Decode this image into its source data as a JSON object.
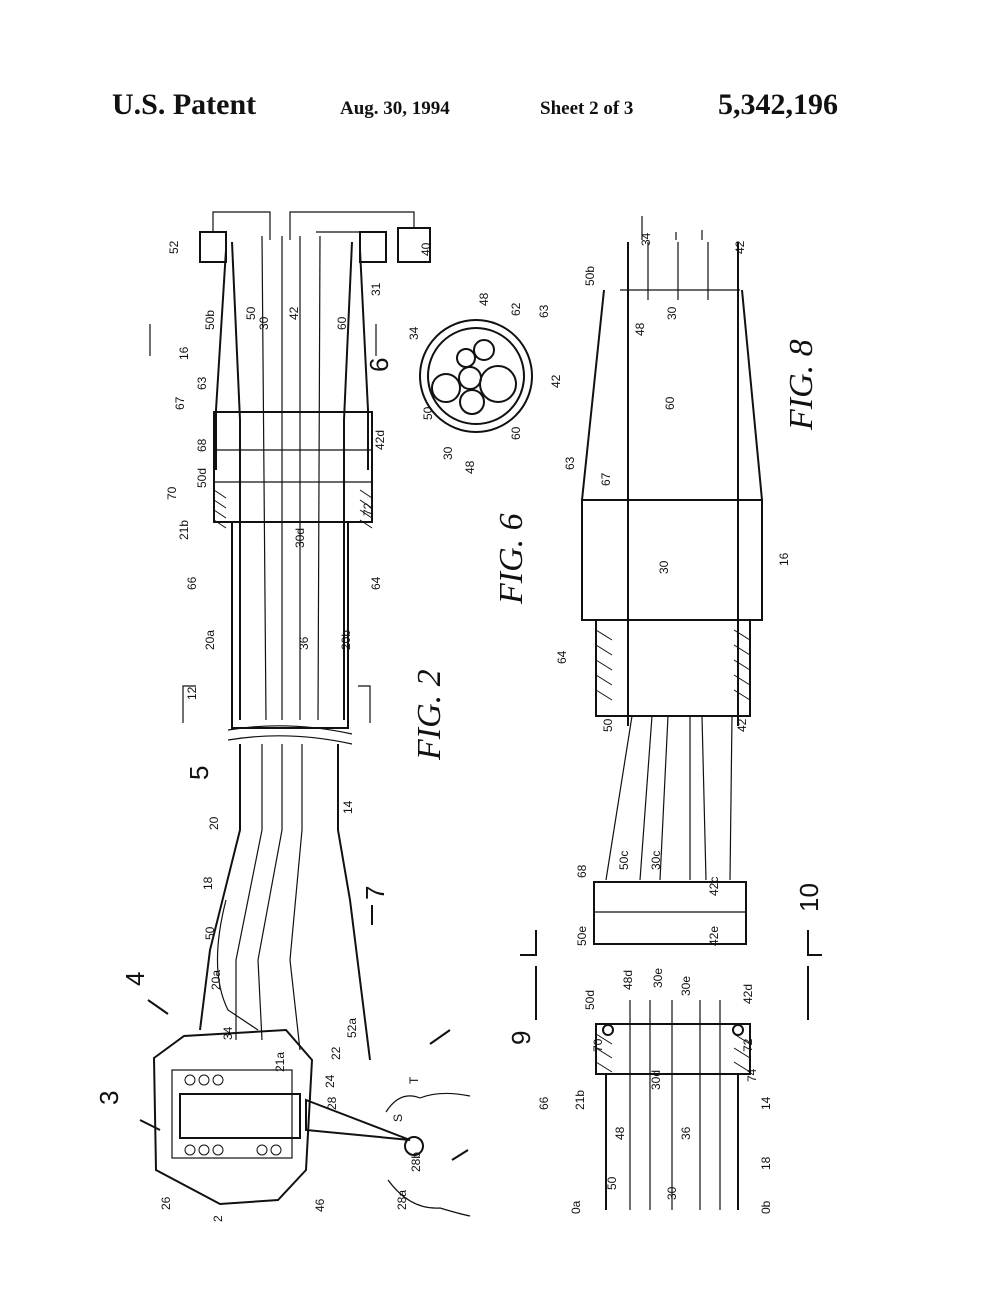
{
  "header": {
    "title": "U.S. Patent",
    "date": "Aug. 30, 1994",
    "sheet": "Sheet 2 of 3",
    "number": "5,342,196"
  },
  "figures": {
    "fig2": {
      "title": "FIG. 2",
      "labels": [
        "52",
        "50b",
        "50",
        "16",
        "67",
        "63",
        "68",
        "50d",
        "70",
        "21b",
        "66",
        "20a",
        "12",
        "5",
        "20",
        "18",
        "50",
        "4",
        "20a",
        "34",
        "3",
        "26",
        "2",
        "30",
        "42",
        "40",
        "31",
        "60",
        "6",
        "42d",
        "72",
        "30d",
        "64",
        "36",
        "20b",
        "14",
        "7",
        "52a",
        "22",
        "24",
        "21a",
        "28",
        "28b",
        "S",
        "T",
        "28a",
        "46"
      ]
    },
    "fig6": {
      "title": "FIG. 6",
      "labels": [
        "50",
        "34",
        "48",
        "62",
        "63",
        "42",
        "60",
        "48",
        "30"
      ]
    },
    "fig8": {
      "title": "FIG. 8",
      "labels": [
        "34",
        "42",
        "50b",
        "48",
        "30",
        "60",
        "63",
        "67",
        "16",
        "30",
        "64",
        "50",
        "42",
        "50c",
        "30c",
        "42c",
        "68",
        "50e",
        "30e",
        "42e",
        "10"
      ]
    },
    "fig9": {
      "labels": [
        "9",
        "48d",
        "50d",
        "70",
        "66",
        "21b",
        "48",
        "50",
        "0a",
        "30e",
        "42d",
        "72",
        "74",
        "30d",
        "36",
        "30",
        "14",
        "18",
        "0b"
      ]
    }
  },
  "colors": {
    "ink": "#111111",
    "paper": "#ffffff"
  }
}
